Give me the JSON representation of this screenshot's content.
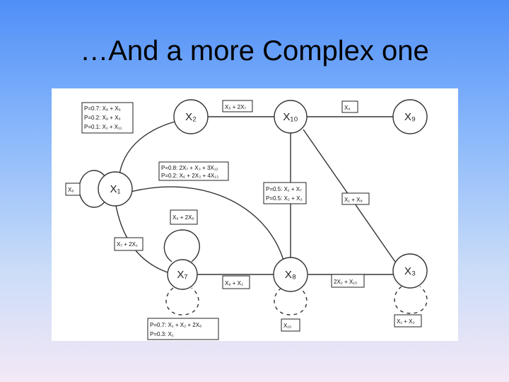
{
  "slide": {
    "title": "…And a more Complex one"
  },
  "nodes": {
    "x1": "X₁",
    "x2": "X₂",
    "x10": "X₁₀",
    "x9": "X₉",
    "x7": "X₇",
    "x8": "X₈",
    "x3": "X₃"
  },
  "boxes": {
    "x1_rules": [
      "P=0.7: X₈ + X₆",
      "P=0.2: X₉ + X₆",
      "P=0.1: X₁ + X₁₁"
    ],
    "x5_2x7": "X₅ + 2X₇",
    "x4": "X₄",
    "x2_rules": [
      "P=0.8: 2X₇ + X₃ + 3X₁₂",
      "P=0.2: X₆ + 2X₃ + 4X₁₃"
    ],
    "x10_rules": [
      "P=0.5: X₁ + X₇",
      "P=0.5: X₂ + X₃"
    ],
    "x1_x8": "X₁ + X₈",
    "x6": "X₆",
    "x6_2x6": "X₆ + 2X₆",
    "x7_2x1": "X₇ + 2X₁",
    "x9_x2": "X₉ + X₂",
    "2x2_x15": "2X₂ + X₁₅",
    "x7_rules": [
      "P=0.7: X₁ + X₂ + 2X₆",
      "P=0.3: X₁"
    ],
    "x16": "X₁₆",
    "x1_x2": "X₁ + X₂"
  }
}
